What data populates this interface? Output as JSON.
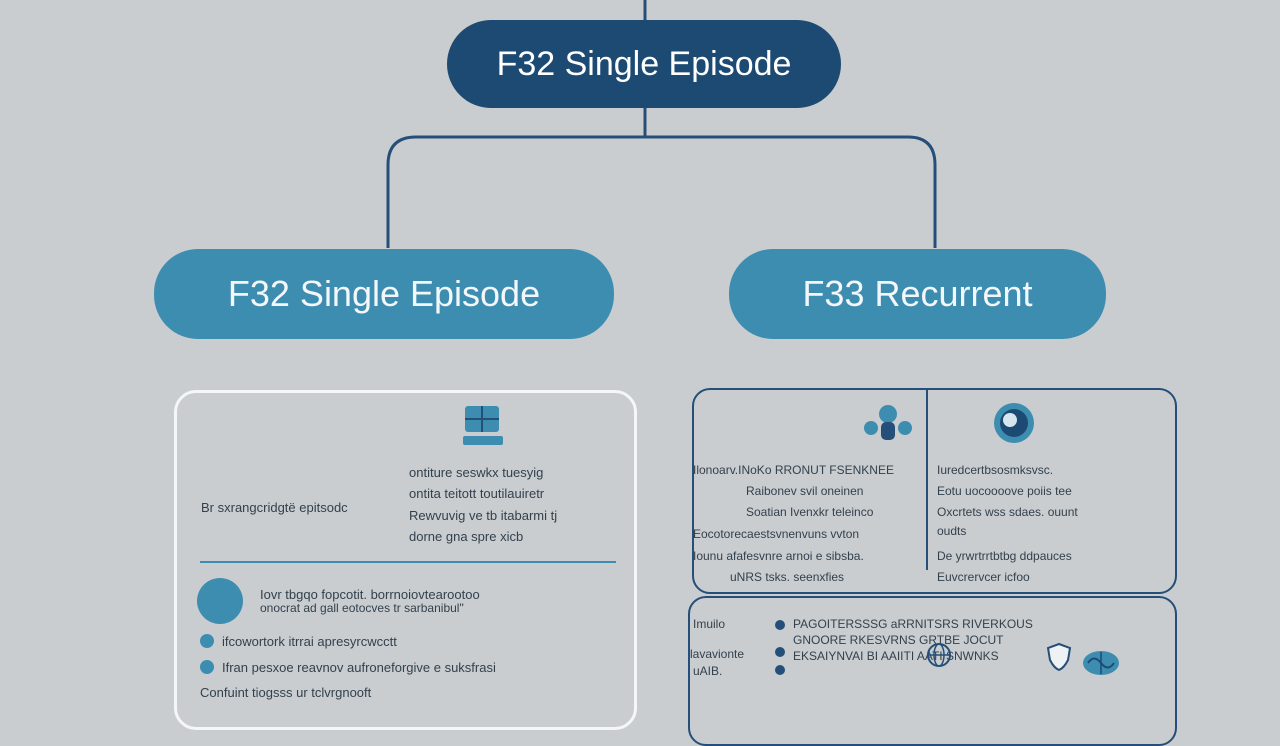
{
  "colors": {
    "background": "#c9cdd0",
    "navy": "#1d4a72",
    "teal": "#3d8db1",
    "connector": "#254f78",
    "text": "#33414d"
  },
  "root_node": {
    "label": "F32 Single Episode"
  },
  "branches": [
    {
      "label": "F32 Single Episode"
    },
    {
      "label": "F33 Recurrent"
    }
  ],
  "left_card": {
    "icon": "monitor-icon",
    "side_label": "Br sxrangcridgtë epitsodc",
    "top_lines": [
      "ontiture seswkx tuesyig",
      "ontita teitott toutilauiretr",
      "Rewvuvig ve tb itabarmi tj",
      "dorne gna spre xicb"
    ],
    "intro_lines": [
      "Iovr tbgqo fopcotit. borrnoiovtearootoo",
      "onocrat ad gall eotocves tr sarbanibul\""
    ],
    "bullets": [
      "ifcowortork itrrai apresyrcwcctt",
      "Ifran pesxoe reavnov aufroneforgive e suksfrasi"
    ],
    "footer_line": "Confuint tiogsss ur tclvrgnooft",
    "bullet_icon": "bullet-dot-icon"
  },
  "right_card_top": {
    "icons": [
      "people-group-icon",
      "head-profile-icon"
    ],
    "left_lines": [
      "Ilonoarv.INoKo RRONUT FSENKNEE",
      "Raibonev svil oneinen",
      "Soatian Ivenxkr teleinco",
      "Eocotorecaestsvnenvuns vvton",
      "Iounu afafesvnre arnoi e sibsba.",
      "uNRS tsks. seenxfies"
    ],
    "right_lines": [
      "Iuredcertbsosmksvsc.",
      "Eotu uocoooove poiis tee",
      "Oxcrtets wss sdaes. ouunt",
      "oudts",
      "De yrwrtrrtbtbg ddpauces",
      "Euvcrervcer icfoo"
    ]
  },
  "right_card_bottom": {
    "left_labels": [
      "Imuilo",
      "lavavionte",
      "uAIB."
    ],
    "bullet_lines": [
      "PAGOITERSSSG aRRNITSRS RIVERKOUS",
      "GNOORE RKESVRNS GRTBE JOCUT",
      "EKSAIYNVAI BI AAIITI AATI SNWNKS",
      ""
    ],
    "icons": [
      "globe-icon",
      "shield-icon",
      "brain-icon"
    ]
  }
}
